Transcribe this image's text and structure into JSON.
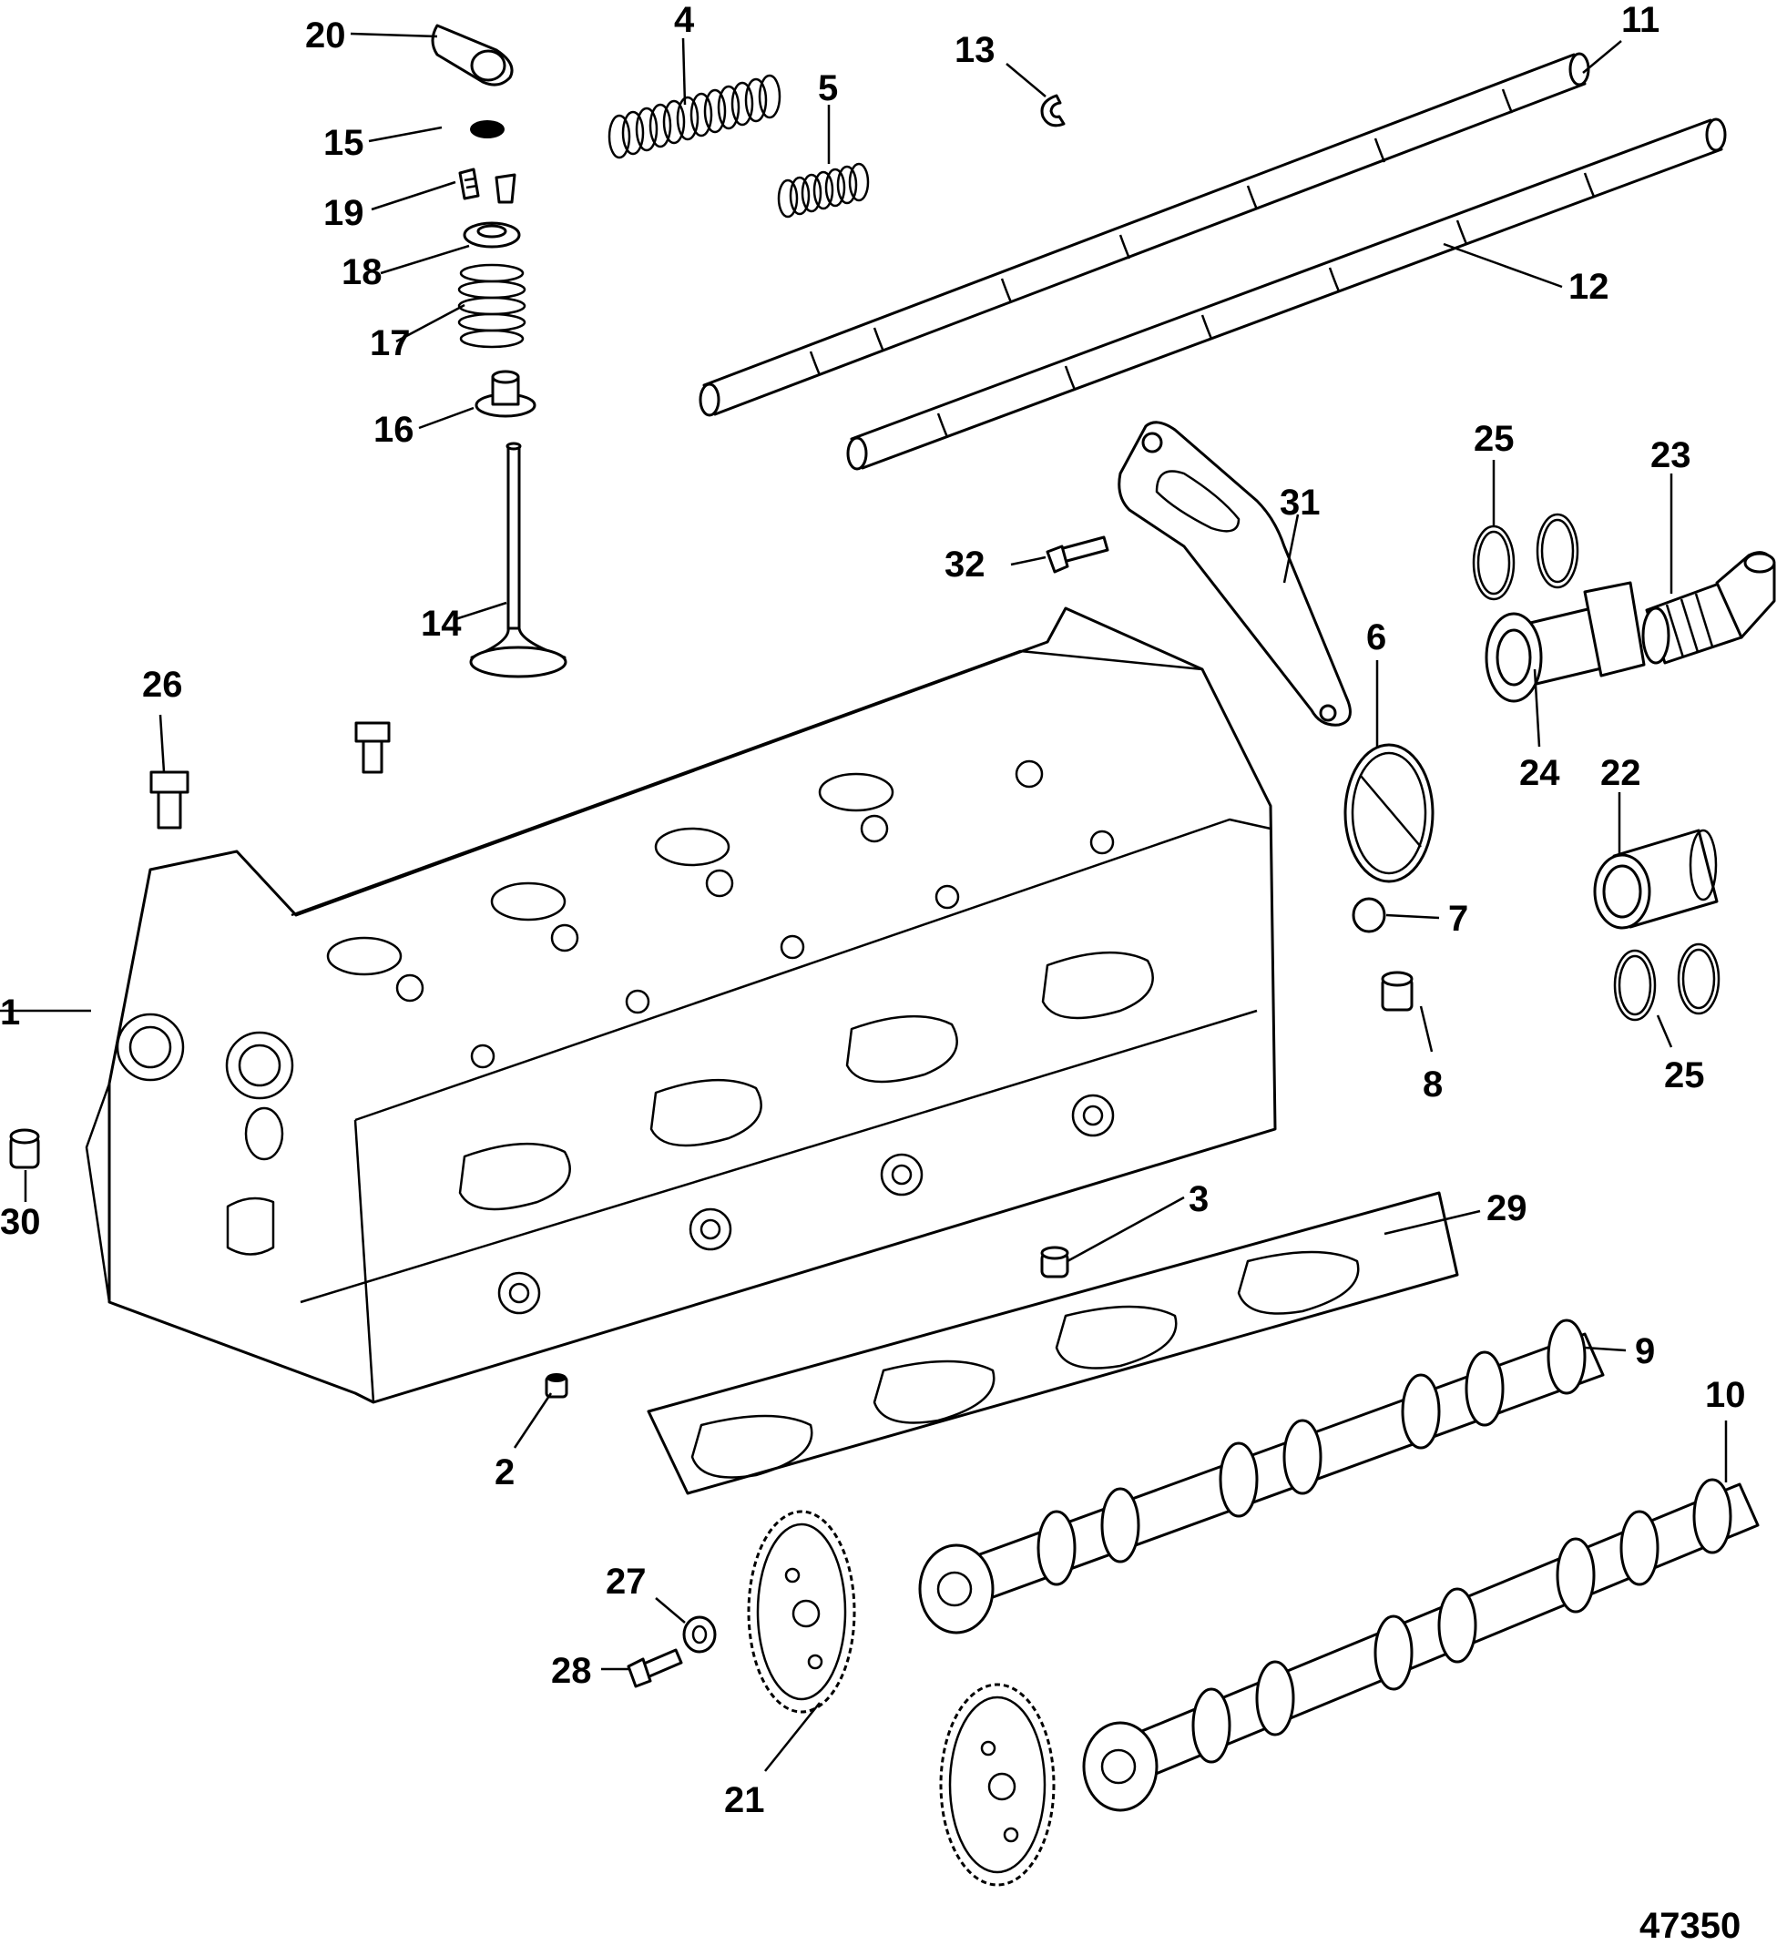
{
  "figure_number": "47350",
  "callouts": [
    {
      "id": "c1",
      "label": "1"
    },
    {
      "id": "c2",
      "label": "2"
    },
    {
      "id": "c3",
      "label": "3"
    },
    {
      "id": "c4",
      "label": "4"
    },
    {
      "id": "c5",
      "label": "5"
    },
    {
      "id": "c6",
      "label": "6"
    },
    {
      "id": "c7",
      "label": "7"
    },
    {
      "id": "c8",
      "label": "8"
    },
    {
      "id": "c9",
      "label": "9"
    },
    {
      "id": "c10",
      "label": "10"
    },
    {
      "id": "c11",
      "label": "11"
    },
    {
      "id": "c12",
      "label": "12"
    },
    {
      "id": "c13",
      "label": "13"
    },
    {
      "id": "c14",
      "label": "14"
    },
    {
      "id": "c15",
      "label": "15"
    },
    {
      "id": "c16",
      "label": "16"
    },
    {
      "id": "c17",
      "label": "17"
    },
    {
      "id": "c18",
      "label": "18"
    },
    {
      "id": "c19",
      "label": "19"
    },
    {
      "id": "c20",
      "label": "20"
    },
    {
      "id": "c21",
      "label": "21"
    },
    {
      "id": "c22",
      "label": "22"
    },
    {
      "id": "c23",
      "label": "23"
    },
    {
      "id": "c24",
      "label": "24"
    },
    {
      "id": "c25a",
      "label": "25"
    },
    {
      "id": "c25b",
      "label": "25"
    },
    {
      "id": "c26",
      "label": "26"
    },
    {
      "id": "c27",
      "label": "27"
    },
    {
      "id": "c28",
      "label": "28"
    },
    {
      "id": "c29",
      "label": "29"
    },
    {
      "id": "c30",
      "label": "30"
    },
    {
      "id": "c31",
      "label": "31"
    },
    {
      "id": "c32",
      "label": "32"
    }
  ]
}
